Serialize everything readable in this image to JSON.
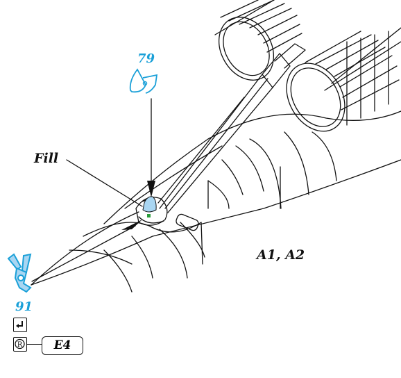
{
  "diagram": {
    "labels": {
      "part_number_top": "79",
      "part_number_bottom": "91",
      "fill": "Fill",
      "locations": "A1, A2",
      "reference_code": "E4"
    },
    "icons": {
      "top_part": "lubricant-drop-tag-icon",
      "bottom_part": "clamp-clip-icon",
      "return_symbol": "return-arrow-icon",
      "registered_symbol": "registered-r-icon"
    },
    "colors": {
      "accent_blue": "#1aa0d8",
      "light_blue_fill": "#a9d6f2",
      "line": "#111111",
      "green_dot": "#2a9d3a"
    }
  }
}
